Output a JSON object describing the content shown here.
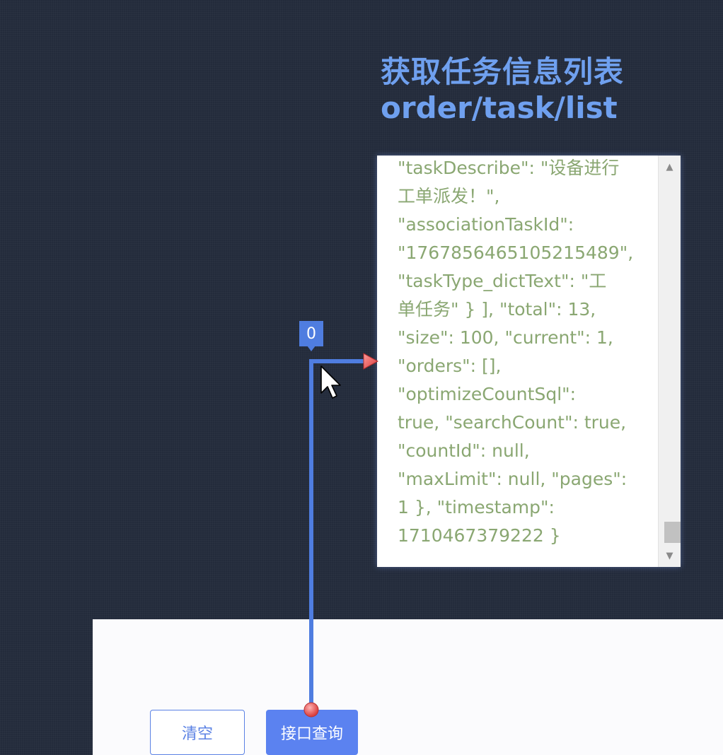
{
  "header": {
    "title": "获取任务信息列表",
    "endpoint": "order/task/list"
  },
  "response": {
    "lines": [
      "\"taskDescribe\": \"设备进行",
      "工单派发！\",",
      "\"associationTaskId\":",
      "\"1767856465105215489\",",
      "\"taskType_dictText\": \"工",
      "单任务\" } ], \"total\": 13,",
      "\"size\": 100, \"current\": 1,",
      "\"orders\": [],",
      "\"optimizeCountSql\":",
      "true, \"searchCount\": true,",
      "\"countId\": null,",
      "\"maxLimit\": null, \"pages\":",
      "1 }, \"timestamp\":",
      "1710467379222 }"
    ],
    "text_color": "#8aa772"
  },
  "scrollbar": {
    "up_icon": "triangle-up-icon",
    "down_icon": "triangle-down-icon"
  },
  "connector": {
    "counter": "0",
    "line_color": "#4f7de0"
  },
  "buttons": {
    "clear_label": "清空",
    "query_label": "接口查询"
  },
  "colors": {
    "accent": "#5b82f0",
    "title": "#6fa0ef",
    "background": "#232b3b"
  }
}
